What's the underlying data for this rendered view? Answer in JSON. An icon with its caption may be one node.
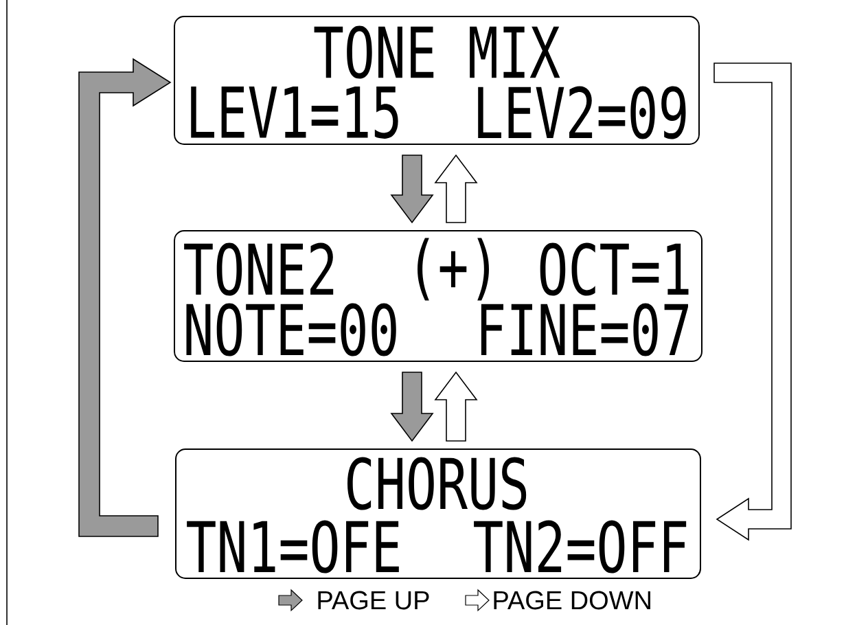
{
  "diagram": {
    "nodes": [
      {
        "text": [
          "TONE MIX",
          "LEV1=15",
          "LEV2=09"
        ]
      },
      {
        "text": [
          "TONE2",
          "(+)",
          "OCT=1",
          "NOTE=00",
          "FINE=07"
        ]
      },
      {
        "text": [
          "CHORUS",
          "TN1=OFE",
          "TN2=OFF"
        ]
      }
    ],
    "edges": [
      {
        "from": 0,
        "to": 1,
        "arrow": "to",
        "color": "#9a9a9a"
      },
      {
        "from": 1,
        "to": 0,
        "arrow": "to"
      },
      {
        "from": 1,
        "to": 2,
        "arrow": "to",
        "color": "#9a9a9a"
      },
      {
        "from": 2,
        "to": 1,
        "arrow": "to"
      },
      {
        "from": 2,
        "to": 0,
        "arrow": "to",
        "color": "#9a9a9a"
      },
      {
        "from": 0,
        "to": 2,
        "arrow": "to"
      }
    ],
    "legend": [
      {
        "text": "PAGE UP"
      },
      {
        "text": "PAGE DOWN"
      }
    ]
  }
}
